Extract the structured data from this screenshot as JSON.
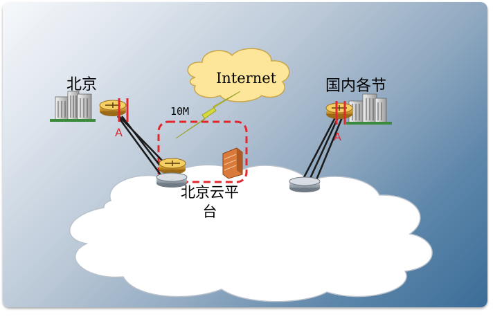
{
  "labels": {
    "beijing": "北京",
    "internet": "Internet",
    "nodes": "国内各节",
    "bandwidth": "10M",
    "link_a_left": "A",
    "link_a_right": "A",
    "cloud_platform": "北京云平台"
  },
  "colors": {
    "panel_light": "#f6f8fb",
    "panel_dark": "#3b6d98",
    "accent_red": "#e0282e",
    "internet_cloud": "#fde69a",
    "lightning": "#d6d93a",
    "router_gold": "#e8b53a",
    "firewall": "#d97a3a"
  },
  "icons": [
    "server-building-icon",
    "router-icon",
    "switch-icon",
    "firewall-icon",
    "lightning-icon",
    "cloud-icon"
  ]
}
